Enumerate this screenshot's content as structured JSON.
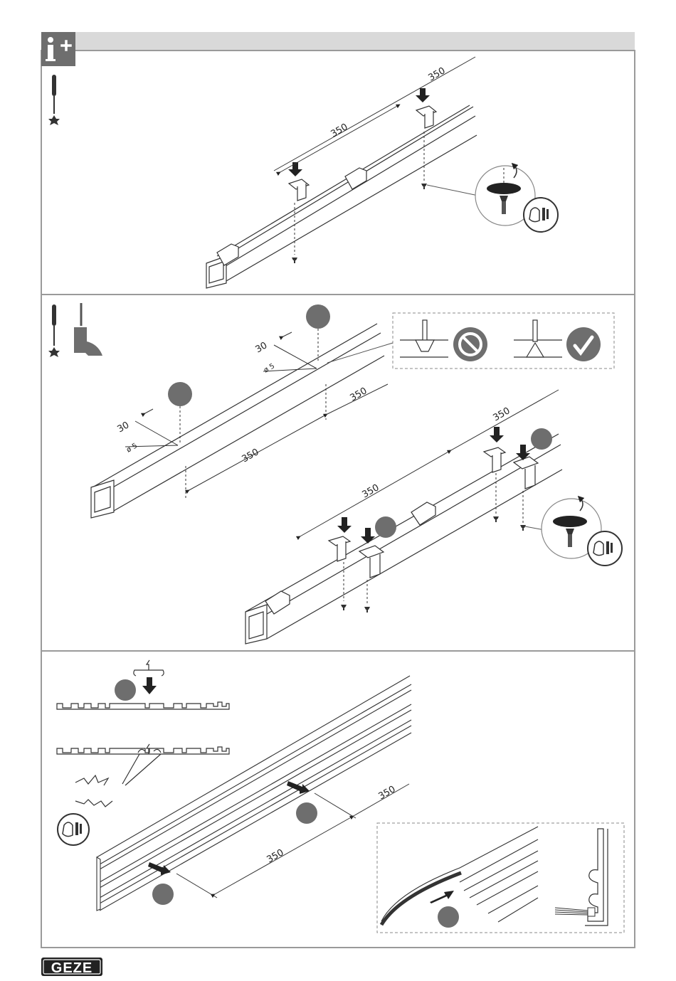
{
  "header": {
    "info_icon": "info-plus-icon"
  },
  "panel1": {
    "dim_top": "350",
    "dim_mid": "350"
  },
  "panel2": {
    "dim_30_a": "30",
    "dim_d5_a": "ø 5",
    "dim_30_b": "30",
    "dim_d5_b": "ø 5",
    "dim_350_upper_right": "350",
    "dim_350_upper_mid": "350",
    "dim_350_lower_mid": "350",
    "dim_350_lower_right": "350"
  },
  "panel3": {
    "dim_right": "350",
    "dim_left": "350"
  },
  "footer": {
    "logo": "GEZE"
  },
  "colors": {
    "frame": "#9a9a9a",
    "header_bar": "#d9d9d9",
    "info_badge": "#6e6e6e",
    "step_circle": "#6e6e6e",
    "line": "#333333"
  }
}
